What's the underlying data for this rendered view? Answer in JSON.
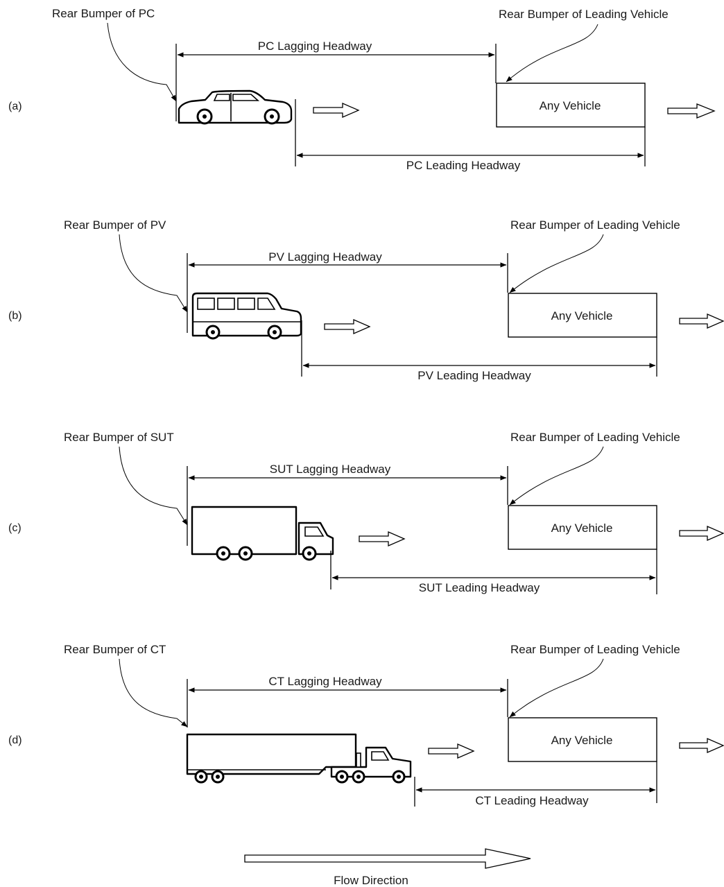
{
  "panels": [
    {
      "id": "a",
      "panel_label": "(a)",
      "rear_bumper_label": "Rear Bumper of PC",
      "leading_vehicle_label": "Rear Bumper of Leading Vehicle",
      "lagging_headway_label": "PC Lagging Headway",
      "leading_headway_label": "PC Leading Headway",
      "any_vehicle_label": "Any Vehicle",
      "vehicle_icon": "passenger-car-icon"
    },
    {
      "id": "b",
      "panel_label": "(b)",
      "rear_bumper_label": "Rear Bumper of PV",
      "leading_vehicle_label": "Rear Bumper of Leading Vehicle",
      "lagging_headway_label": "PV Lagging Headway",
      "leading_headway_label": "PV Leading Headway",
      "any_vehicle_label": "Any Vehicle",
      "vehicle_icon": "passenger-van-icon"
    },
    {
      "id": "c",
      "panel_label": "(c)",
      "rear_bumper_label": "Rear Bumper of SUT",
      "leading_vehicle_label": "Rear Bumper of Leading Vehicle",
      "lagging_headway_label": "SUT Lagging Headway",
      "leading_headway_label": "SUT Leading Headway",
      "any_vehicle_label": "Any Vehicle",
      "vehicle_icon": "single-unit-truck-icon"
    },
    {
      "id": "d",
      "panel_label": "(d)",
      "rear_bumper_label": "Rear Bumper of CT",
      "leading_vehicle_label": "Rear Bumper of Leading Vehicle",
      "lagging_headway_label": "CT Lagging Headway",
      "leading_headway_label": "CT Leading Headway",
      "any_vehicle_label": "Any Vehicle",
      "vehicle_icon": "combination-truck-icon"
    }
  ],
  "flow_direction_label": "Flow Direction"
}
